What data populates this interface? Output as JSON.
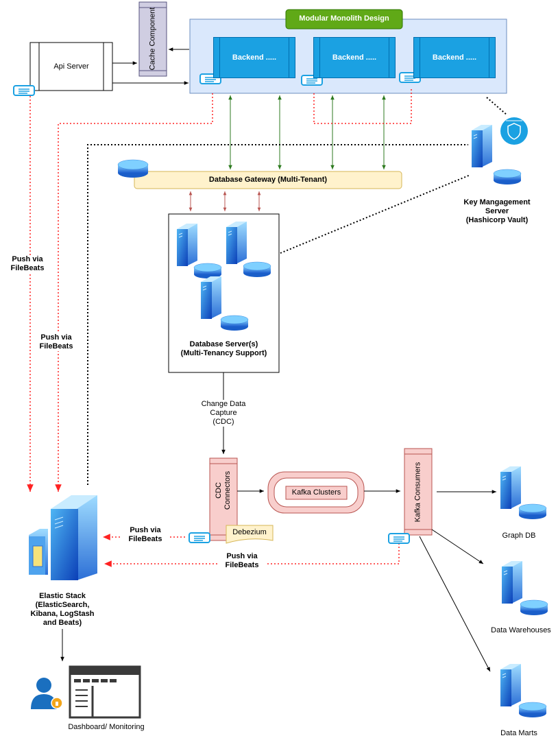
{
  "title": "Modular Monolith Design",
  "api_server": "Api Server",
  "cache_component": "Cache Component",
  "backends": [
    "Backend .....",
    "Backend .....",
    "Backend ....."
  ],
  "database_gateway": "Database Gateway (Multi-Tenant)",
  "key_management": [
    "Key Mangagement",
    "Server",
    "(Hashicorp Vault)"
  ],
  "database_server": [
    "Database Server(s)",
    "(Multi-Tenancy Support)"
  ],
  "cdc_label": [
    "Change Data",
    "Capture",
    "(CDC)"
  ],
  "cdc_connectors": [
    "CDC",
    "Connectors"
  ],
  "debezium": "Debezium",
  "kafka_clusters": "Kafka Clusters",
  "kafka_consumers": "Kafka Consumers",
  "graph_db": "Graph DB",
  "data_warehouses": "Data Warehouses",
  "data_marts": "Data Marts",
  "elastic_stack": [
    "Elastic Stack",
    "(ElasticSearch,",
    "Kibana, LogStash",
    "and Beats)"
  ],
  "dashboard": "Dashboard/ Monitoring",
  "push_via": [
    "Push via",
    "FileBeats"
  ],
  "colors": {
    "green": "#6aa84f",
    "blue": "#1ba1e2",
    "red_dotted": "#ff3333",
    "kafka_pink": "#f8cecc",
    "kafka_border": "#b85450"
  }
}
